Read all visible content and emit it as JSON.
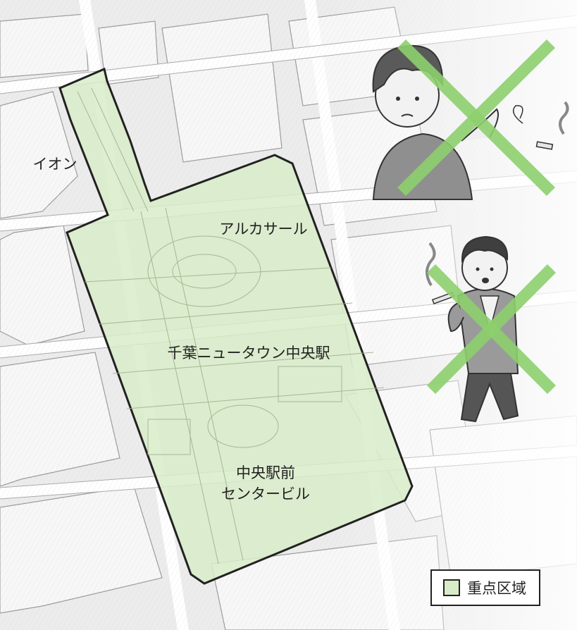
{
  "map": {
    "zone_fill_color": "#d9ecc9",
    "zone_border_color": "#222222",
    "prohibition_mark_color": "#8dcf6d",
    "labels": {
      "aeon": "イオン",
      "arcasal": "アルカサール",
      "station": "千葉ニュータウン中央駅",
      "center_building_line1": "中央駅前",
      "center_building_line2": "センタービル"
    },
    "illustrations": [
      {
        "subject": "man-waving-away-smoke",
        "mark": "cross-mark"
      },
      {
        "subject": "man-walking-while-smoking",
        "mark": "cross-mark"
      }
    ]
  },
  "legend": {
    "label": "重点区域",
    "swatch_color": "#d9ecc9"
  }
}
